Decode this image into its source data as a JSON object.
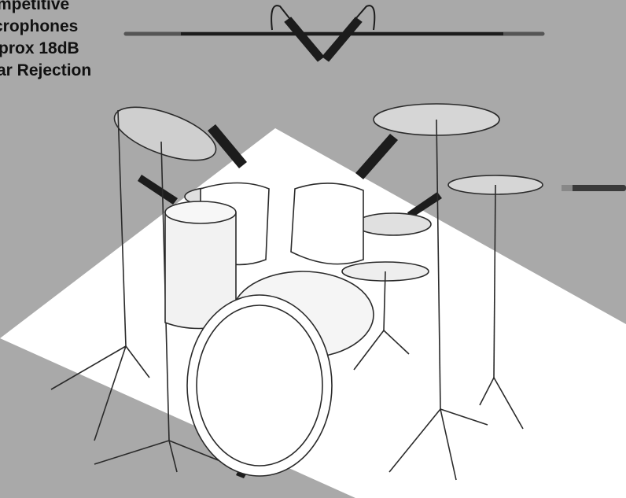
{
  "caption": {
    "lines": [
      "mpetitive",
      "crophones",
      "prox 18dB",
      "ar Rejection"
    ]
  },
  "colors": {
    "background": "#a9a9a9",
    "pickup_zone": "#ffffff",
    "outline": "#2a2a2a",
    "microphone": "#1c1c1c"
  },
  "icons": [
    "microphone-icon",
    "drum-kit-illustration"
  ]
}
